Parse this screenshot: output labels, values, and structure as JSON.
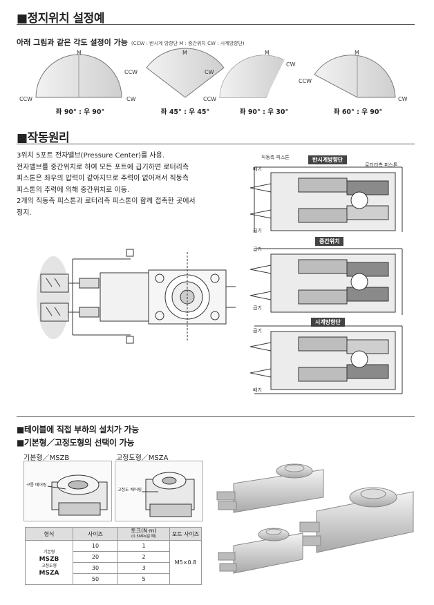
{
  "section1": {
    "title": "■정지위치 설정예",
    "subtitle": "아래 그림과 같은 각도 설정이 가능",
    "legend": "(CCW : 반시계 방향단   M : 중간위치   CW : 시계방향단)",
    "diagrams": [
      {
        "m": "M",
        "ccw": "CCW",
        "cw": "CW",
        "caption": "좌 90° : 우 90°"
      },
      {
        "m": "M",
        "ccw": "CCW",
        "cw": "CW",
        "caption": "좌 45° : 우 45°"
      },
      {
        "m": "M",
        "ccw": "CCW",
        "cw": "CW",
        "caption": "좌 90° : 우 30°"
      },
      {
        "m": "M",
        "ccw": "CCW",
        "cw": "CW",
        "caption": "좌 60° : 우 90°"
      }
    ]
  },
  "section2": {
    "title": "■작동원리",
    "lines": [
      "3위치 5포트 전자밸브(Pressure Center)를 사용.",
      "전자밸브를 중간위치로 하여 모든 포트에 급기하면 로터리측",
      "피스톤은 좌우의 압력이 같아지므로 추력이 없어져서 직동측",
      "피스톤의 추력에 의해 중간위치로 이동.",
      "2개의 직동측 피스톤과 로터리측 피스톤이 함께 접촉한 곳에서",
      "정지."
    ],
    "labels": {
      "direct_piston": "직동측 피스톤",
      "rotary_piston": "로터리측 피스톤",
      "exhaust": "배기",
      "supply": "급기"
    },
    "states": [
      "반시계방향단",
      "중간위치",
      "시계방향단"
    ]
  },
  "section3": {
    "title1": "■테이블에 직접 부하의 설치가 가능",
    "title2": "■기본형／고정도형의 선택이 가능",
    "type_basic": "기본형／MSZB",
    "type_precise": "고정도형／MSZA",
    "callout_basic": "구름 베어링",
    "callout_precise": "고정도 베어링",
    "table": {
      "headers": [
        "형식",
        "사이즈",
        "토크(N·m)",
        "포트 사이즈"
      ],
      "torque_note": "(0.5MPa일 때)",
      "model_lines": [
        "기본형",
        "MSZB",
        "고정도형",
        "MSZA"
      ],
      "rows": [
        {
          "size": "10",
          "torque": "1"
        },
        {
          "size": "20",
          "torque": "2"
        },
        {
          "size": "30",
          "torque": "3"
        },
        {
          "size": "50",
          "torque": "5"
        }
      ],
      "port": "M5×0.8"
    }
  },
  "colors": {
    "accent": "#333333",
    "tag_bg": "#444444",
    "gray_fill": "#d9d9d9"
  }
}
